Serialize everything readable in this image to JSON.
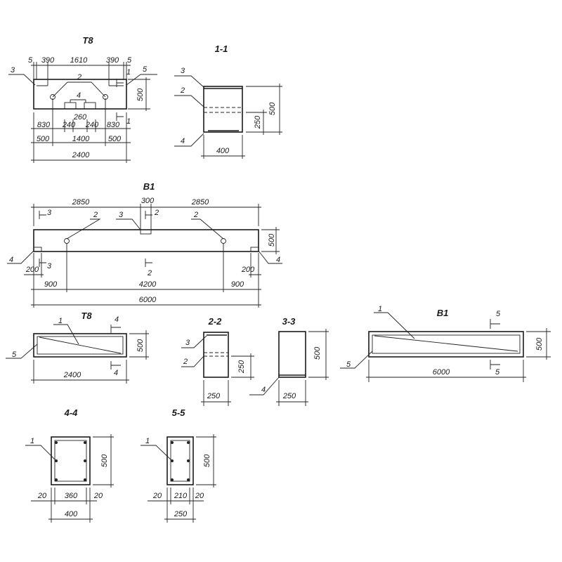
{
  "t8_plan": {
    "title": "T8",
    "top": [
      "5",
      "390",
      "1610",
      "390",
      "5"
    ],
    "leaders": [
      "3",
      "5",
      "2",
      "4"
    ],
    "sec": [
      "1",
      "1"
    ],
    "h": "500",
    "row1": [
      "830",
      "240",
      "260",
      "240",
      "830"
    ],
    "row2": [
      "500",
      "1400",
      "500"
    ],
    "total": "2400"
  },
  "sec_1_1": {
    "title": "1-1",
    "leaders": [
      "3",
      "2",
      "4"
    ],
    "h": "500",
    "h2": "250",
    "w": "400"
  },
  "b1_plan": {
    "title": "B1",
    "top": [
      "2850",
      "300",
      "2850"
    ],
    "leaders": [
      "2",
      "3",
      "2",
      "4",
      "4"
    ],
    "sec": [
      "3",
      "2",
      "3",
      "2"
    ],
    "h": "500",
    "ends": [
      "200",
      "200"
    ],
    "row1": [
      "900",
      "4200",
      "900"
    ],
    "total": "6000"
  },
  "t8_elev": {
    "title": "T8",
    "leaders": [
      "1",
      "5"
    ],
    "sec": [
      "4",
      "4"
    ],
    "h": "500",
    "w": "2400"
  },
  "sec_2_2": {
    "title": "2-2",
    "leaders": [
      "3",
      "2"
    ],
    "h": "250",
    "w": "250"
  },
  "sec_3_3": {
    "title": "3-3",
    "leaders": [
      "4"
    ],
    "h": "500",
    "w": "250"
  },
  "b1_elev": {
    "title": "B1",
    "leaders": [
      "1",
      "5"
    ],
    "sec": [
      "5",
      "5"
    ],
    "h": "500",
    "w": "6000"
  },
  "sec_4_4": {
    "title": "4-4",
    "leaders": [
      "1"
    ],
    "h": "500",
    "parts": [
      "20",
      "360",
      "20"
    ],
    "w": "400"
  },
  "sec_5_5": {
    "title": "5-5",
    "leaders": [
      "1"
    ],
    "h": "500",
    "parts": [
      "20",
      "210",
      "20"
    ],
    "w": "250"
  }
}
